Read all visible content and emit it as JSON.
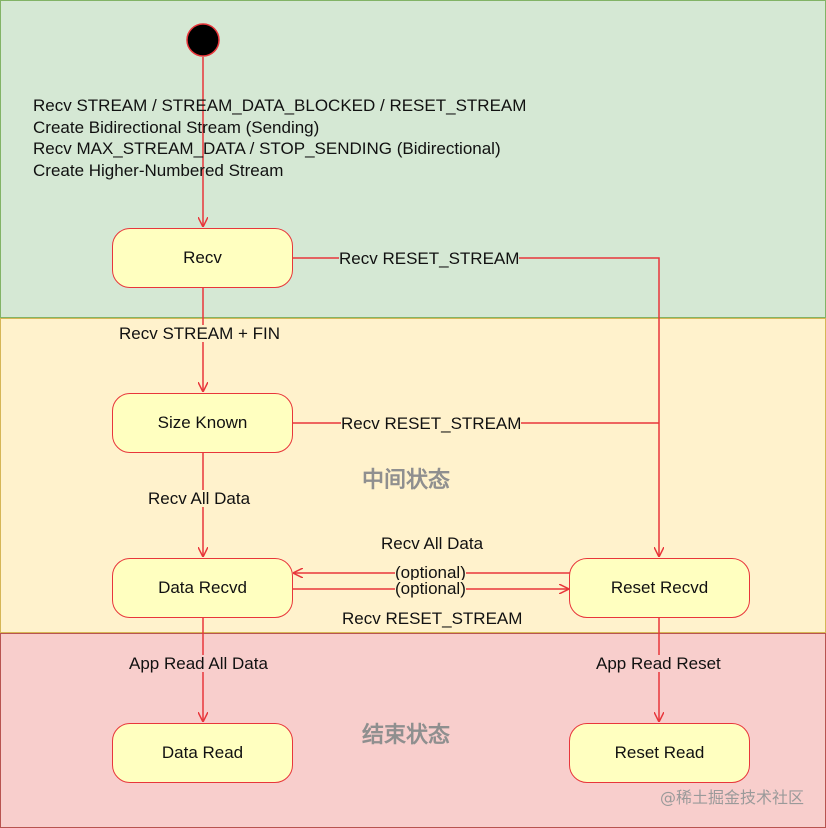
{
  "initial_transition_lines": [
    "Recv STREAM / STREAM_DATA_BLOCKED / RESET_STREAM",
    "Create Bidirectional Stream (Sending)",
    "Recv MAX_STREAM_DATA / STOP_SENDING (Bidirectional)",
    "Create Higher-Numbered Stream"
  ],
  "states": {
    "recv": "Recv",
    "size_known": "Size Known",
    "data_recvd": "Data Recvd",
    "reset_recvd": "Reset Recvd",
    "data_read": "Data Read",
    "reset_read": "Reset Read"
  },
  "transitions": {
    "recv_to_size_known": "Recv STREAM + FIN",
    "recv_to_reset": "Recv RESET_STREAM",
    "size_known_to_reset": "Recv RESET_STREAM",
    "size_known_to_data_recvd": "Recv All Data",
    "reset_to_data_recvd_top": "Recv All Data",
    "reset_to_data_recvd_opt": "(optional)",
    "data_recvd_to_reset_opt": "(optional)",
    "data_recvd_to_reset_bottom": "Recv RESET_STREAM",
    "data_recvd_to_data_read": "App Read All Data",
    "reset_recvd_to_reset_read": "App Read Reset"
  },
  "zones": {
    "middle_title": "中间状态",
    "end_title": "结束状态"
  },
  "colors": {
    "green_zone": "#d5e8d4",
    "yellow_zone": "#fff2cc",
    "red_zone": "#f8cecc",
    "state_fill": "#ffffc0",
    "edge": "#e8363b"
  },
  "watermark": "@稀土掘金技术社区"
}
